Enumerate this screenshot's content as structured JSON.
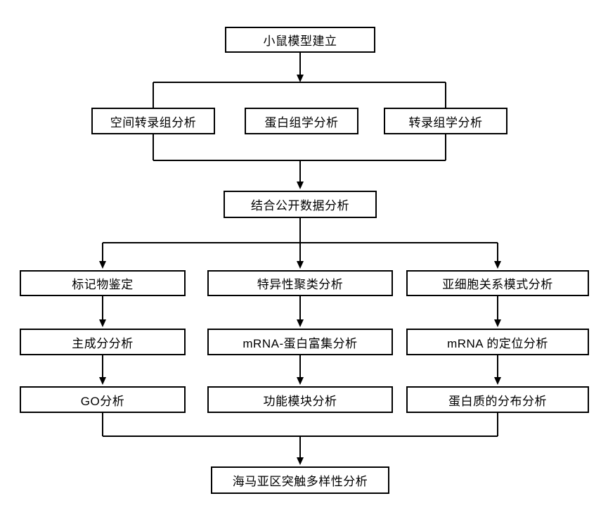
{
  "diagram": {
    "type": "flowchart",
    "nodes": {
      "root": {
        "label": "小鼠模型建立"
      },
      "row2": [
        {
          "label": "空间转录组分析"
        },
        {
          "label": "蛋白组学分析"
        },
        {
          "label": "转录组学分析"
        }
      ],
      "combine": {
        "label": "结合公开数据分析"
      },
      "col1": [
        {
          "label": "标记物鉴定"
        },
        {
          "label": "主成分分析"
        },
        {
          "label": "GO分析"
        }
      ],
      "col2": [
        {
          "label": "特异性聚类分析"
        },
        {
          "label": "mRNA-蛋白富集分析"
        },
        {
          "label": "功能模块分析"
        }
      ],
      "col3": [
        {
          "label": "亚细胞关系模式分析"
        },
        {
          "label": "mRNA 的定位分析"
        },
        {
          "label": "蛋白质的分布分析"
        }
      ],
      "final": {
        "label": "海马亚区突触多样性分析"
      }
    },
    "colors": {
      "line": "#000000",
      "box_border": "#000000",
      "box_fill": "#ffffff",
      "text": "#000000",
      "background": "#ffffff"
    }
  }
}
